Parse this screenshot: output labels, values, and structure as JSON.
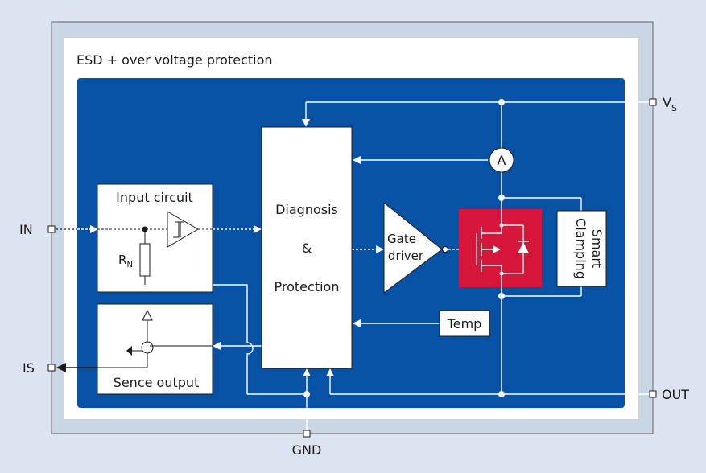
{
  "diagram": {
    "esd_label": "ESD + over voltage protection",
    "input_circuit_label": "Input circuit",
    "resistor_label": "R",
    "resistor_subscript": "N",
    "diagnosis_line1": "Diagnosis",
    "diagnosis_line2": "&",
    "diagnosis_line3": "Protection",
    "gate_line1": "Gate",
    "gate_line2": "driver",
    "ammeter_label": "A",
    "smart_line1": "Smart",
    "smart_line2": "Clamping",
    "temp_label": "Temp",
    "sense_output_label": "Sence output",
    "pin_in": "IN",
    "pin_is": "IS",
    "pin_gnd": "GND",
    "pin_vs": "V",
    "pin_vs_subscript": "S",
    "pin_out": "OUT"
  },
  "colors": {
    "background": "#dbe4f0",
    "chip_outer": "#c9d6e6",
    "chip_inner": "#ffffff",
    "die_blue": "#0852a6",
    "block_fill": "#ffffff",
    "power_stage_red": "#d6163b"
  }
}
